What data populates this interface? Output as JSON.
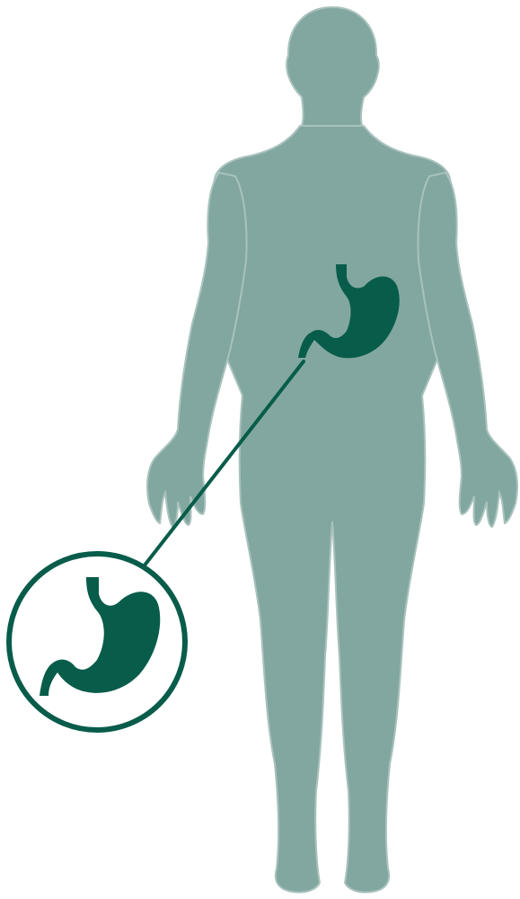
{
  "colors": {
    "body": "#82a7a0",
    "body_outline": "#a9c2bd",
    "organ": "#085c4a",
    "background": "#ffffff"
  },
  "figure": {
    "subject": "human-body-silhouette",
    "highlighted_organ": "stomach",
    "callout": "magnified-stomach-circle"
  }
}
